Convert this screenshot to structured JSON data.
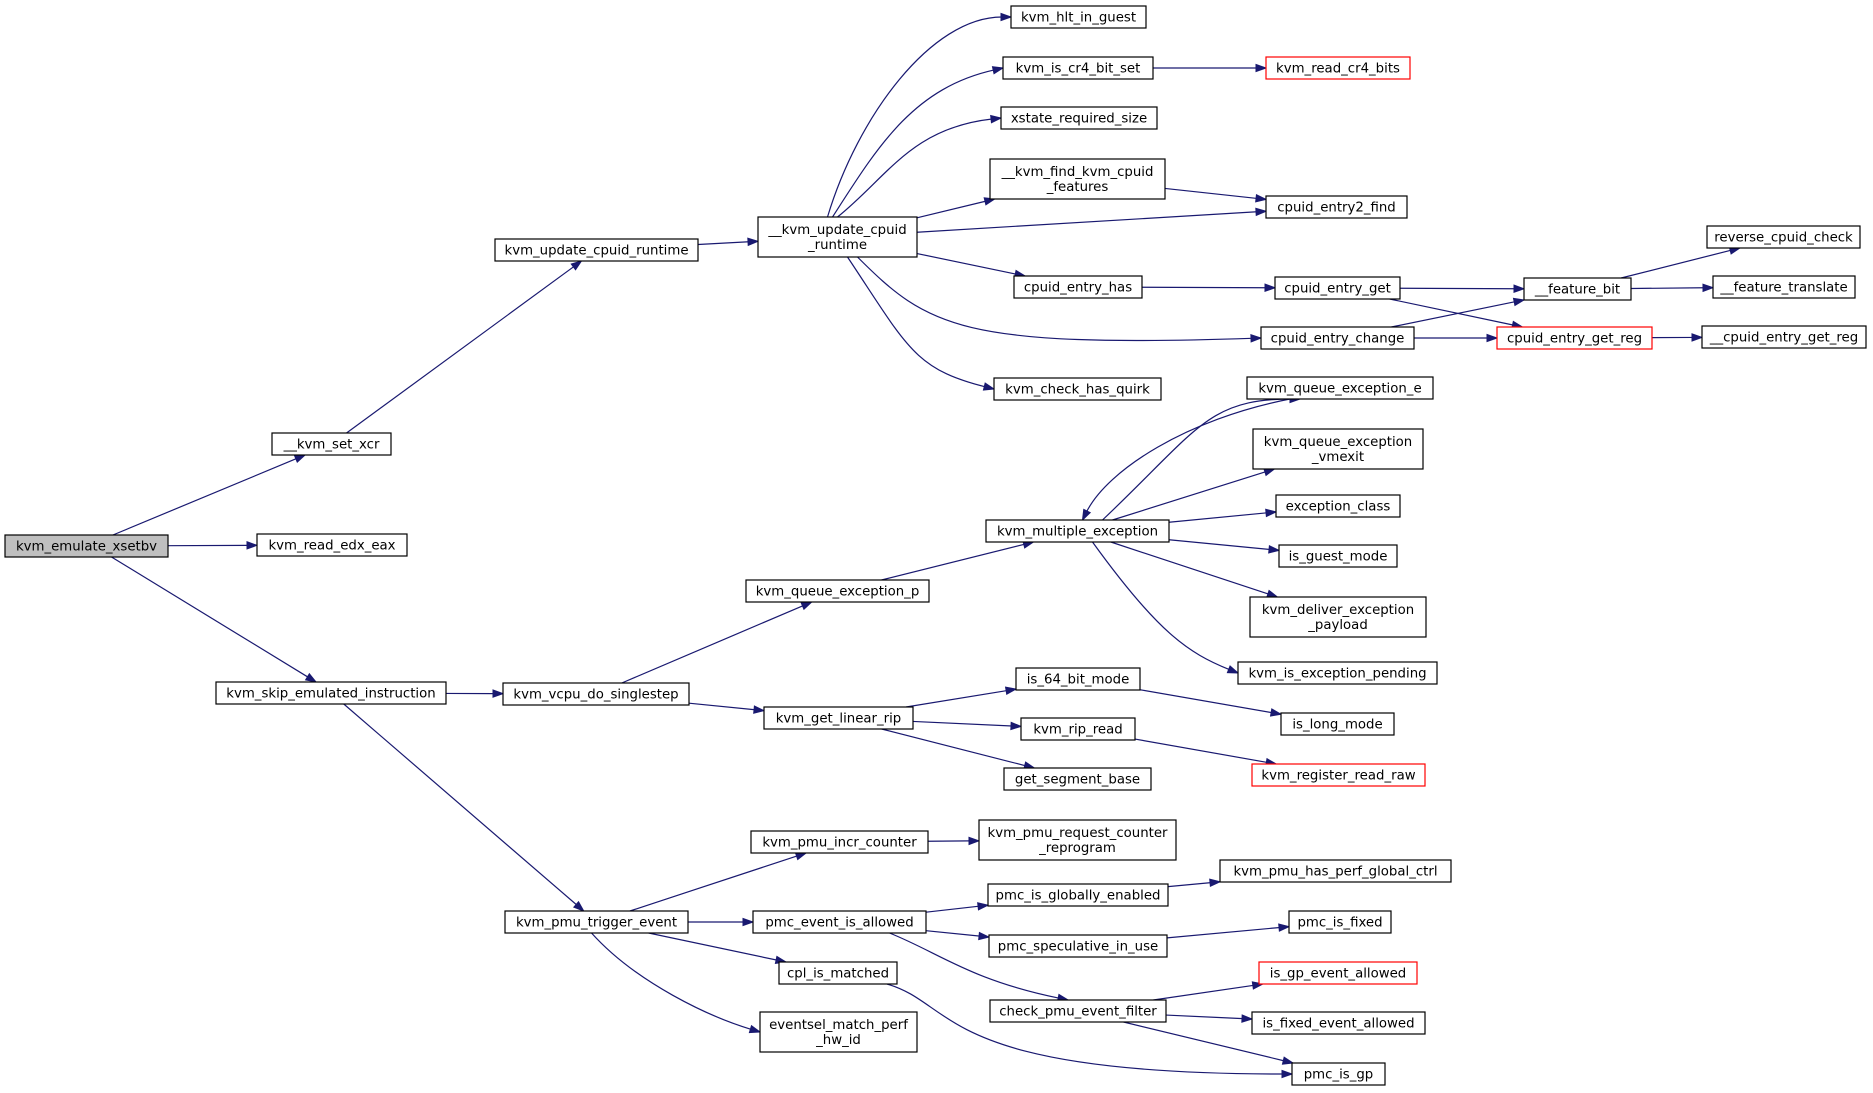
{
  "colors": {
    "edge": "#191970",
    "root_fill": "#bfbfbf",
    "external_border": "#ff0000",
    "node_border": "#000000"
  },
  "nodes": {
    "kvm_emulate_xsetbv": {
      "lines": [
        "kvm_emulate_xsetbv"
      ],
      "root": true
    },
    "kvm_set_xcr": {
      "lines": [
        "__kvm_set_xcr"
      ]
    },
    "kvm_read_edx_eax": {
      "lines": [
        "kvm_read_edx_eax"
      ]
    },
    "kvm_skip_emulated_instruction": {
      "lines": [
        "kvm_skip_emulated_instruction"
      ]
    },
    "kvm_update_cpuid_runtime": {
      "lines": [
        "kvm_update_cpuid_runtime"
      ]
    },
    "kvm_update_cpuid_runtime_inner": {
      "lines": [
        "__kvm_update_cpuid",
        "_runtime"
      ]
    },
    "kvm_hlt_in_guest": {
      "lines": [
        "kvm_hlt_in_guest"
      ]
    },
    "kvm_is_cr4_bit_set": {
      "lines": [
        "kvm_is_cr4_bit_set"
      ]
    },
    "kvm_read_cr4_bits": {
      "lines": [
        "kvm_read_cr4_bits"
      ],
      "external": true
    },
    "xstate_required_size": {
      "lines": [
        "xstate_required_size"
      ]
    },
    "kvm_find_kvm_cpuid_features": {
      "lines": [
        "__kvm_find_kvm_cpuid",
        "_features"
      ]
    },
    "cpuid_entry2_find": {
      "lines": [
        "cpuid_entry2_find"
      ]
    },
    "cpuid_entry_has": {
      "lines": [
        "cpuid_entry_has"
      ]
    },
    "cpuid_entry_get": {
      "lines": [
        "cpuid_entry_get"
      ]
    },
    "feature_bit": {
      "lines": [
        "__feature_bit"
      ]
    },
    "reverse_cpuid_check": {
      "lines": [
        "reverse_cpuid_check"
      ]
    },
    "feature_translate": {
      "lines": [
        "__feature_translate"
      ]
    },
    "cpuid_entry_change": {
      "lines": [
        "cpuid_entry_change"
      ]
    },
    "cpuid_entry_get_reg": {
      "lines": [
        "cpuid_entry_get_reg"
      ],
      "external": true
    },
    "cpuid_entry_get_reg_inner": {
      "lines": [
        "__cpuid_entry_get_reg"
      ]
    },
    "kvm_check_has_quirk": {
      "lines": [
        "kvm_check_has_quirk"
      ]
    },
    "kvm_vcpu_do_singlestep": {
      "lines": [
        "kvm_vcpu_do_singlestep"
      ]
    },
    "kvm_queue_exception_p": {
      "lines": [
        "kvm_queue_exception_p"
      ]
    },
    "kvm_multiple_exception": {
      "lines": [
        "kvm_multiple_exception"
      ]
    },
    "kvm_queue_exception_e": {
      "lines": [
        "kvm_queue_exception_e"
      ]
    },
    "kvm_queue_exception_vmexit": {
      "lines": [
        "kvm_queue_exception",
        "_vmexit"
      ]
    },
    "exception_class": {
      "lines": [
        "exception_class"
      ]
    },
    "is_guest_mode": {
      "lines": [
        "is_guest_mode"
      ]
    },
    "kvm_deliver_exception_payload": {
      "lines": [
        "kvm_deliver_exception",
        "_payload"
      ]
    },
    "kvm_is_exception_pending": {
      "lines": [
        "kvm_is_exception_pending"
      ]
    },
    "kvm_get_linear_rip": {
      "lines": [
        "kvm_get_linear_rip"
      ]
    },
    "is_64_bit_mode": {
      "lines": [
        "is_64_bit_mode"
      ]
    },
    "is_long_mode": {
      "lines": [
        "is_long_mode"
      ]
    },
    "kvm_rip_read": {
      "lines": [
        "kvm_rip_read"
      ]
    },
    "kvm_register_read_raw": {
      "lines": [
        "kvm_register_read_raw"
      ],
      "external": true
    },
    "get_segment_base": {
      "lines": [
        "get_segment_base"
      ]
    },
    "kvm_pmu_trigger_event": {
      "lines": [
        "kvm_pmu_trigger_event"
      ]
    },
    "kvm_pmu_incr_counter": {
      "lines": [
        "kvm_pmu_incr_counter"
      ]
    },
    "kvm_pmu_request_counter_reprogram": {
      "lines": [
        "kvm_pmu_request_counter",
        "_reprogram"
      ]
    },
    "pmc_event_is_allowed": {
      "lines": [
        "pmc_event_is_allowed"
      ]
    },
    "pmc_is_globally_enabled": {
      "lines": [
        "pmc_is_globally_enabled"
      ]
    },
    "kvm_pmu_has_perf_global_ctrl": {
      "lines": [
        "kvm_pmu_has_perf_global_ctrl"
      ]
    },
    "pmc_speculative_in_use": {
      "lines": [
        "pmc_speculative_in_use"
      ]
    },
    "pmc_is_fixed": {
      "lines": [
        "pmc_is_fixed"
      ]
    },
    "check_pmu_event_filter": {
      "lines": [
        "check_pmu_event_filter"
      ]
    },
    "is_gp_event_allowed": {
      "lines": [
        "is_gp_event_allowed"
      ],
      "external": true
    },
    "is_fixed_event_allowed": {
      "lines": [
        "is_fixed_event_allowed"
      ]
    },
    "pmc_is_gp": {
      "lines": [
        "pmc_is_gp"
      ]
    },
    "cpl_is_matched": {
      "lines": [
        "cpl_is_matched"
      ]
    },
    "eventsel_match_perf_hw_id": {
      "lines": [
        "eventsel_match_perf",
        "_hw_id"
      ]
    }
  },
  "edges": [
    [
      "kvm_emulate_xsetbv",
      "kvm_set_xcr"
    ],
    [
      "kvm_emulate_xsetbv",
      "kvm_read_edx_eax"
    ],
    [
      "kvm_emulate_xsetbv",
      "kvm_skip_emulated_instruction"
    ],
    [
      "kvm_set_xcr",
      "kvm_update_cpuid_runtime"
    ],
    [
      "kvm_update_cpuid_runtime",
      "kvm_update_cpuid_runtime_inner"
    ],
    [
      "kvm_update_cpuid_runtime_inner",
      "kvm_hlt_in_guest"
    ],
    [
      "kvm_update_cpuid_runtime_inner",
      "kvm_is_cr4_bit_set"
    ],
    [
      "kvm_update_cpuid_runtime_inner",
      "xstate_required_size"
    ],
    [
      "kvm_update_cpuid_runtime_inner",
      "kvm_find_kvm_cpuid_features"
    ],
    [
      "kvm_update_cpuid_runtime_inner",
      "cpuid_entry2_find"
    ],
    [
      "kvm_update_cpuid_runtime_inner",
      "cpuid_entry_has"
    ],
    [
      "kvm_update_cpuid_runtime_inner",
      "cpuid_entry_change"
    ],
    [
      "kvm_update_cpuid_runtime_inner",
      "kvm_check_has_quirk"
    ],
    [
      "kvm_is_cr4_bit_set",
      "kvm_read_cr4_bits"
    ],
    [
      "kvm_find_kvm_cpuid_features",
      "cpuid_entry2_find"
    ],
    [
      "cpuid_entry_has",
      "cpuid_entry_get"
    ],
    [
      "cpuid_entry_get",
      "feature_bit"
    ],
    [
      "cpuid_entry_get",
      "cpuid_entry_get_reg"
    ],
    [
      "cpuid_entry_change",
      "feature_bit"
    ],
    [
      "cpuid_entry_change",
      "cpuid_entry_get_reg"
    ],
    [
      "feature_bit",
      "reverse_cpuid_check"
    ],
    [
      "feature_bit",
      "feature_translate"
    ],
    [
      "cpuid_entry_get_reg",
      "cpuid_entry_get_reg_inner"
    ],
    [
      "kvm_skip_emulated_instruction",
      "kvm_vcpu_do_singlestep"
    ],
    [
      "kvm_skip_emulated_instruction",
      "kvm_pmu_trigger_event"
    ],
    [
      "kvm_vcpu_do_singlestep",
      "kvm_queue_exception_p"
    ],
    [
      "kvm_vcpu_do_singlestep",
      "kvm_get_linear_rip"
    ],
    [
      "kvm_queue_exception_p",
      "kvm_multiple_exception"
    ],
    [
      "kvm_multiple_exception",
      "kvm_queue_exception_e"
    ],
    [
      "kvm_queue_exception_e",
      "kvm_multiple_exception"
    ],
    [
      "kvm_multiple_exception",
      "kvm_queue_exception_vmexit"
    ],
    [
      "kvm_multiple_exception",
      "exception_class"
    ],
    [
      "kvm_multiple_exception",
      "is_guest_mode"
    ],
    [
      "kvm_multiple_exception",
      "kvm_deliver_exception_payload"
    ],
    [
      "kvm_multiple_exception",
      "kvm_is_exception_pending"
    ],
    [
      "kvm_get_linear_rip",
      "is_64_bit_mode"
    ],
    [
      "kvm_get_linear_rip",
      "kvm_rip_read"
    ],
    [
      "kvm_get_linear_rip",
      "get_segment_base"
    ],
    [
      "is_64_bit_mode",
      "is_long_mode"
    ],
    [
      "kvm_rip_read",
      "kvm_register_read_raw"
    ],
    [
      "kvm_pmu_trigger_event",
      "kvm_pmu_incr_counter"
    ],
    [
      "kvm_pmu_trigger_event",
      "pmc_event_is_allowed"
    ],
    [
      "kvm_pmu_trigger_event",
      "cpl_is_matched"
    ],
    [
      "kvm_pmu_trigger_event",
      "eventsel_match_perf_hw_id"
    ],
    [
      "kvm_pmu_incr_counter",
      "kvm_pmu_request_counter_reprogram"
    ],
    [
      "pmc_event_is_allowed",
      "pmc_is_globally_enabled"
    ],
    [
      "pmc_event_is_allowed",
      "pmc_speculative_in_use"
    ],
    [
      "pmc_event_is_allowed",
      "check_pmu_event_filter"
    ],
    [
      "pmc_is_globally_enabled",
      "kvm_pmu_has_perf_global_ctrl"
    ],
    [
      "pmc_speculative_in_use",
      "pmc_is_fixed"
    ],
    [
      "check_pmu_event_filter",
      "is_gp_event_allowed"
    ],
    [
      "check_pmu_event_filter",
      "is_fixed_event_allowed"
    ],
    [
      "check_pmu_event_filter",
      "pmc_is_gp"
    ],
    [
      "cpl_is_matched",
      "pmc_is_gp"
    ]
  ]
}
